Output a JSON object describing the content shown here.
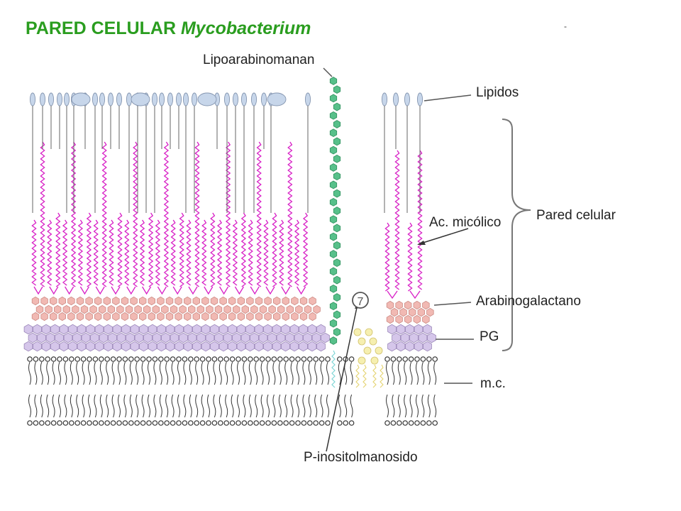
{
  "title": {
    "prefix": "PARED CELULAR ",
    "italic": "Mycobacterium",
    "color": "#2a9d1f"
  },
  "corner_mark": "-",
  "labels": {
    "lipoarabinomanan": "Lipoarabinomanan",
    "lipidos": "Lipidos",
    "pared_celular": "Pared celular",
    "ac_micolico": "Ac. micólico",
    "arabinogalactano": "Arabinogalactano",
    "pg": "PG",
    "mc": "m.c.",
    "p_inositolmanosido": "P-inositolmanosido",
    "marker": "7"
  },
  "colors": {
    "lipid_head": "#c7d6ea",
    "lipid_stroke": "#8596b0",
    "mycolic": "#d81fc6",
    "arabinogalactan": "#f1b9b3",
    "arabinogalactan_stroke": "#cc8a84",
    "peptidoglycan": "#d5c6ea",
    "peptidoglycan_stroke": "#9a86b8",
    "lam_beads": "#57c08a",
    "lam_stroke": "#2f8f5c",
    "pim_beads": "#f6efb0",
    "membrane": "#333333",
    "leader": "#555555"
  }
}
